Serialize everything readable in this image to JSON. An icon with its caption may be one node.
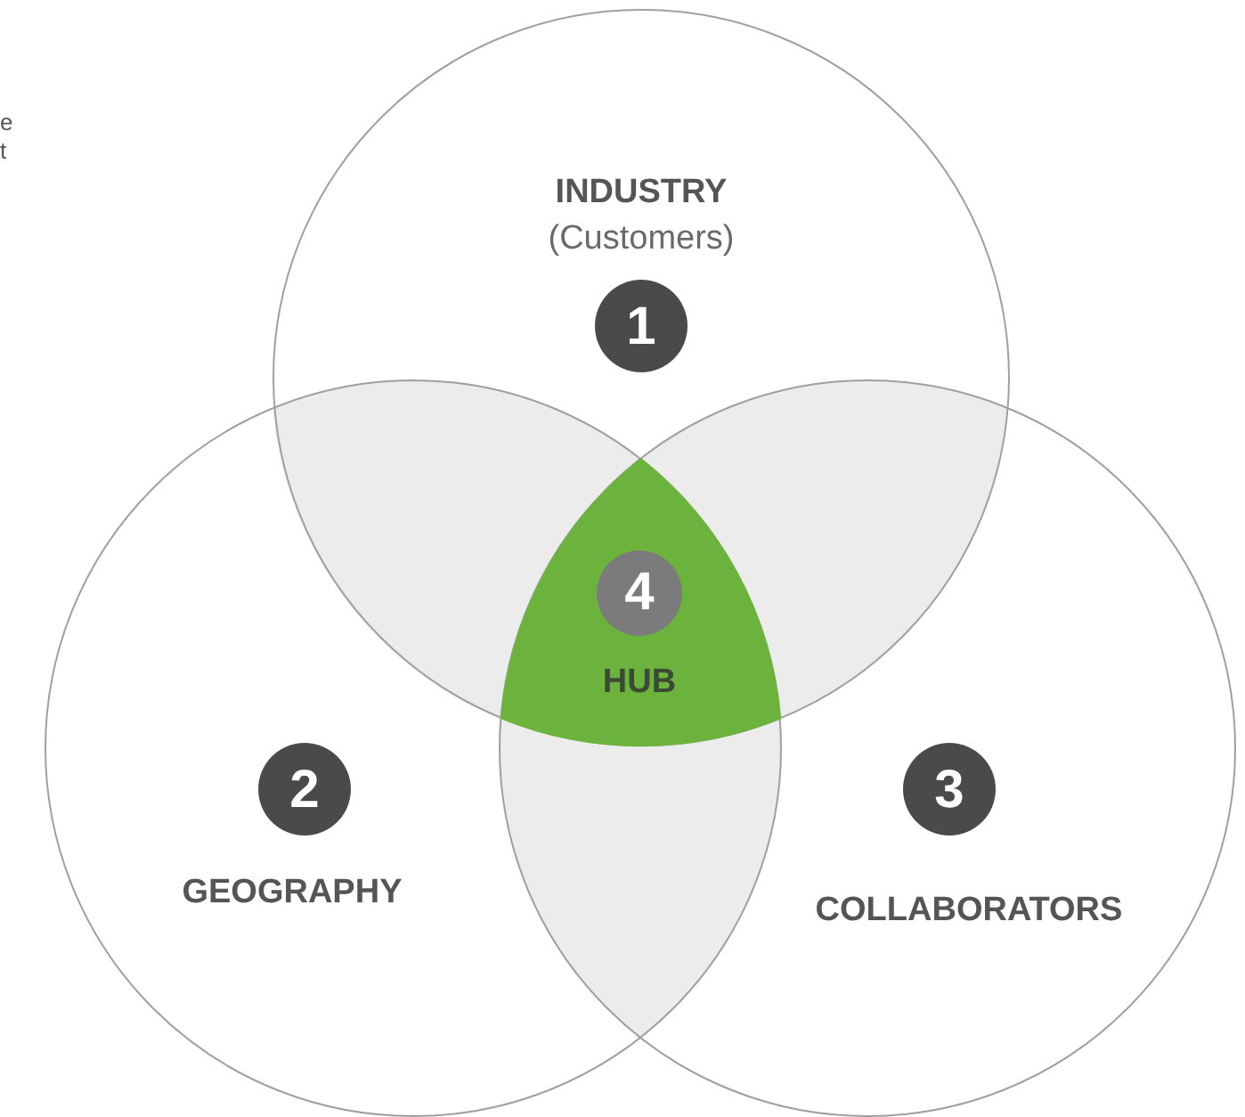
{
  "diagram": {
    "nodes": [
      {
        "text": [
          "INDUSTRY",
          "(Customers)"
        ]
      },
      {
        "text": [
          "1"
        ],
        "in": 0
      },
      {
        "text": [
          "GEOGRAPHY"
        ]
      },
      {
        "text": [
          "2"
        ],
        "in": 2
      },
      {
        "text": [
          "COLLABORATORS"
        ]
      },
      {
        "text": [
          "3"
        ],
        "in": 4
      },
      {
        "text": [
          "HUB"
        ]
      },
      {
        "text": [
          "4"
        ],
        "in": 6
      },
      {
        "text": [],
        "shape": "lens"
      },
      {
        "text": [],
        "shape": "lens"
      },
      {
        "text": [],
        "shape": "lens"
      }
    ],
    "labels": [
      "e",
      "t"
    ]
  }
}
